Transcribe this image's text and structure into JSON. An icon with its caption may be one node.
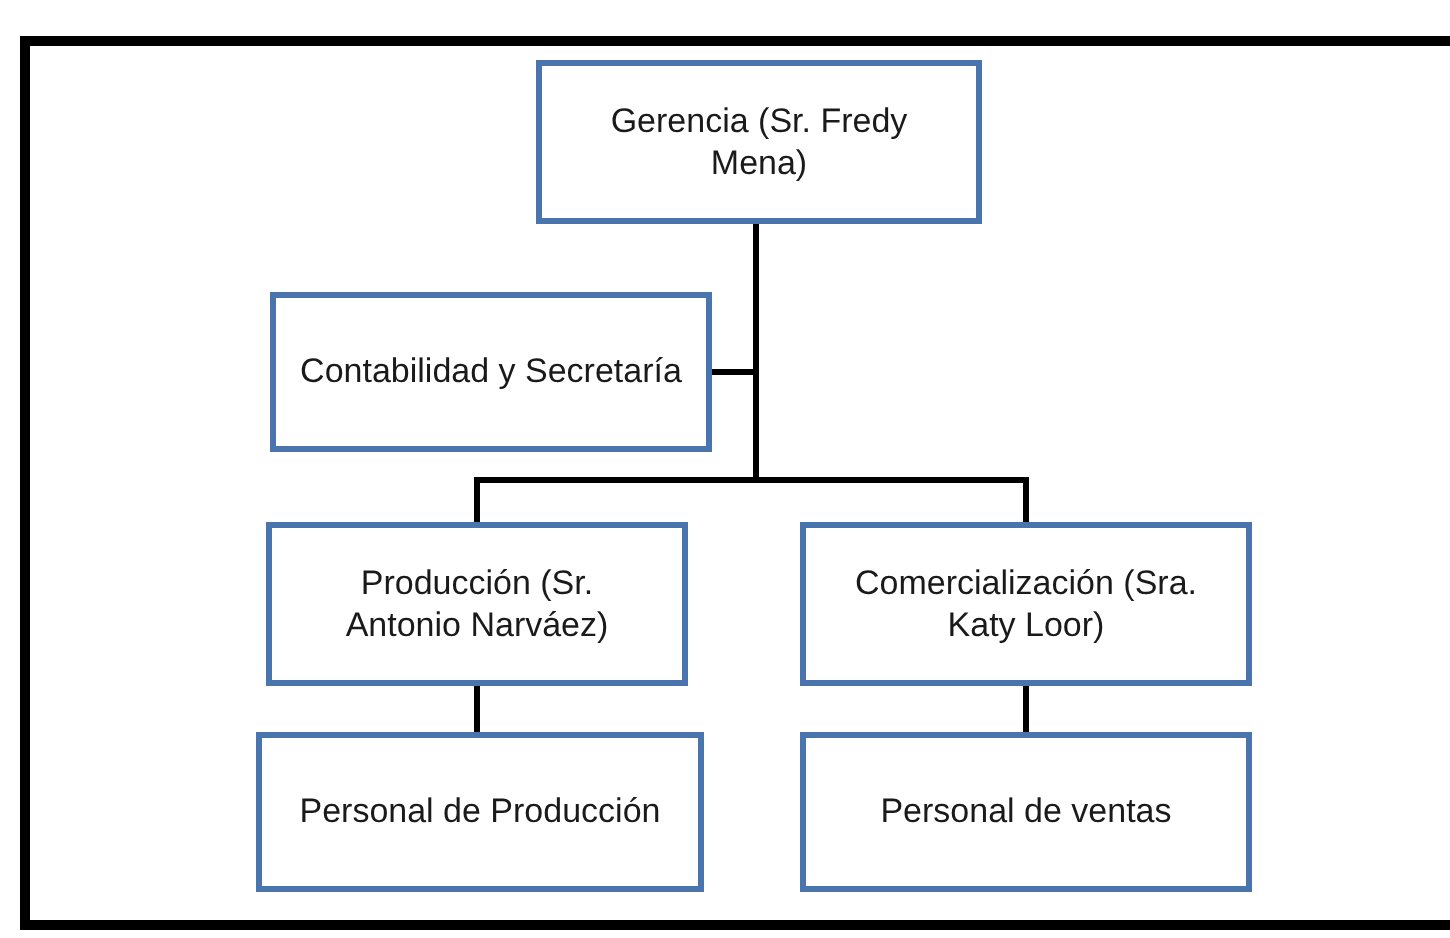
{
  "diagram": {
    "nodes": [
      {
        "text": [
          "Gerencia (Sr. Fredy Mena)"
        ]
      },
      {
        "text": [
          "Contabilidad y Secretaría"
        ]
      },
      {
        "text": [
          "Producción (Sr. Antonio Narváez)"
        ]
      },
      {
        "text": [
          "Comercialización (Sra. Katy Loor)"
        ]
      },
      {
        "text": [
          "Personal de Producción"
        ]
      },
      {
        "text": [
          "Personal de ventas"
        ]
      }
    ],
    "edges": [
      {
        "from": 0,
        "to": 1,
        "arrow": "none"
      },
      {
        "from": 0,
        "to": 2,
        "arrow": "none"
      },
      {
        "from": 0,
        "to": 3,
        "arrow": "none"
      },
      {
        "from": 2,
        "to": 4,
        "arrow": "none"
      },
      {
        "from": 3,
        "to": 5,
        "arrow": "none"
      }
    ]
  }
}
